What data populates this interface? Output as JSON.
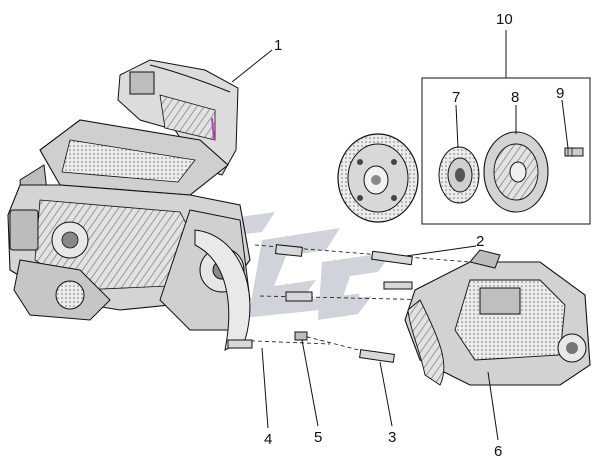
{
  "callouts": [
    {
      "id": "1",
      "label": "1"
    },
    {
      "id": "2",
      "label": "2"
    },
    {
      "id": "3",
      "label": "3"
    },
    {
      "id": "4",
      "label": "4"
    },
    {
      "id": "5",
      "label": "5"
    },
    {
      "id": "6",
      "label": "6"
    },
    {
      "id": "7",
      "label": "7"
    },
    {
      "id": "8",
      "label": "8"
    },
    {
      "id": "9",
      "label": "9"
    },
    {
      "id": "10",
      "label": "10"
    }
  ],
  "colors": {
    "line": "#111111",
    "part_fill": "#d8d8d8",
    "part_shadow": "#9a9a9a",
    "watermark": "#c8ccd4",
    "accent": "#c040c0"
  },
  "icons": [
    "engine-icon",
    "flywheel-icon",
    "clutch-disc-icon",
    "pressure-plate-icon",
    "gearbox-icon",
    "watermark-logo"
  ]
}
